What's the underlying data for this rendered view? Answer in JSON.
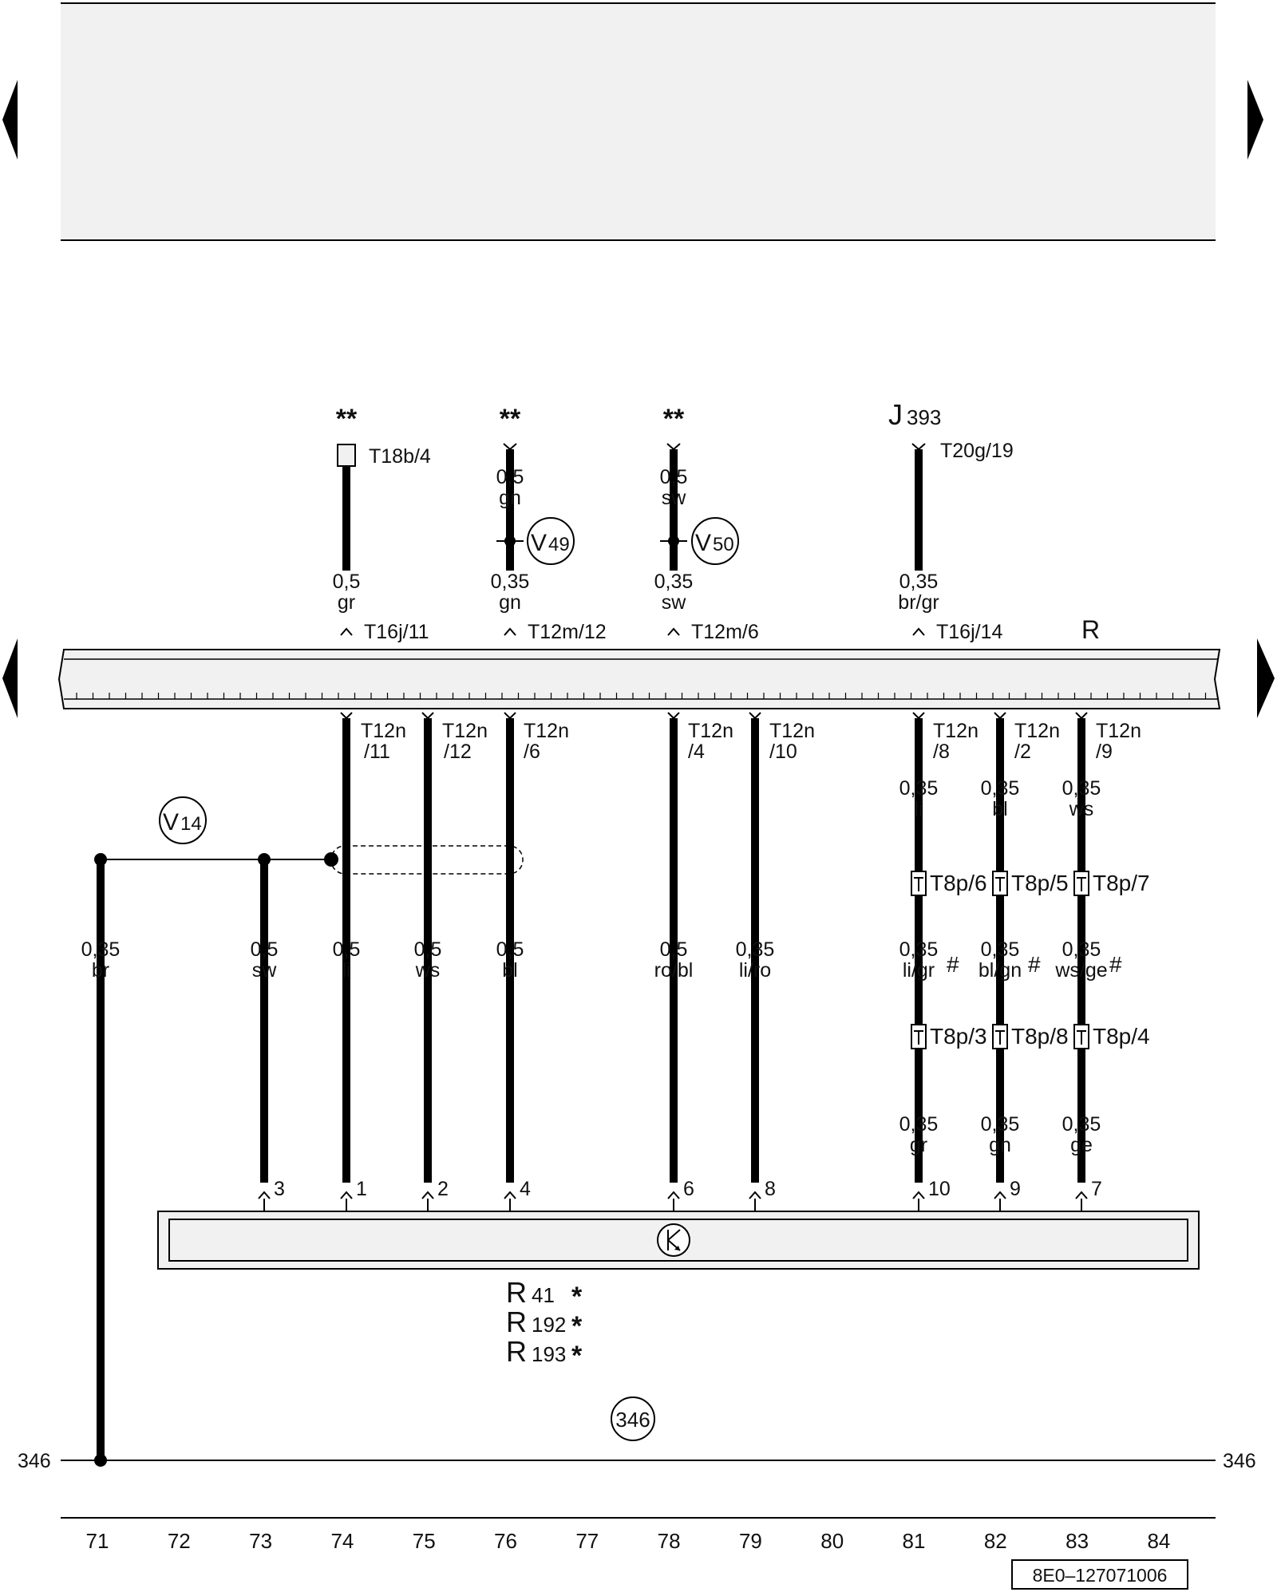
{
  "markers": {
    "star2": "**",
    "star1": "*",
    "hash": "#"
  },
  "top_labels": {
    "j393_letter": "J",
    "j393_number": "393",
    "r_label": "R"
  },
  "connectors": {
    "t18b_4": "T18b/4",
    "t20g_19": "T20g/19",
    "t16j_11": "T16j/11",
    "t12m_12": "T12m/12",
    "t12m_6": "T12m/6",
    "t16j_14": "T16j/14",
    "t12n_prefix": "T12n",
    "t12n_11": "/11",
    "t12n_12": "/12",
    "t12n_6": "/6",
    "t12n_4": "/4",
    "t12n_10": "/10",
    "t12n_8": "/8",
    "t12n_2": "/2",
    "t12n_9": "/9",
    "t8p_6": "T8p/6",
    "t8p_5": "T8p/5",
    "t8p_7": "T8p/7",
    "t8p_3": "T8p/3",
    "t8p_8": "T8p/8",
    "t8p_4": "T8p/4"
  },
  "components": {
    "v49_letter": "V",
    "v49_number": "49",
    "v50_letter": "V",
    "v50_number": "50",
    "v14_letter": "V",
    "v14_number": "14",
    "r41_letter": "R",
    "r41_number": "41",
    "r192_letter": "R",
    "r192_number": "192",
    "r193_letter": "R",
    "r193_number": "193",
    "ground_346": "346"
  },
  "wires": {
    "upper": {
      "w76_size": "0,5",
      "w76_color": "gn",
      "w78_size": "0,5",
      "w78_color": "sw",
      "w74_size": "0,5",
      "w74_color": "gr",
      "w76b_size": "0,35",
      "w76b_color": "gn",
      "w78b_size": "0,35",
      "w78b_color": "sw",
      "w81_size": "0,35",
      "w81_color": "br/gr"
    },
    "mid": {
      "w81_size": "0,35",
      "w81_color": "li",
      "w82_size": "0,35",
      "w82_color": "bl",
      "w83_size": "0,35",
      "w83_color": "ws"
    },
    "lower": {
      "w71_size": "0,35",
      "w71_color": "br",
      "w73_size": "0,5",
      "w73_color": "sw",
      "w74_size": "0,5",
      "w74_color": "li",
      "w75_size": "0,5",
      "w75_color": "ws",
      "w76_size": "0,5",
      "w76_color": "bl",
      "w78_size": "0,5",
      "w78_color": "ro/bl",
      "w79_size": "0,35",
      "w79_color": "li/ro",
      "w81_size": "0,35",
      "w81_color": "li/gr",
      "w82_size": "0,35",
      "w82_color": "bl/gn",
      "w83_size": "0,35",
      "w83_color": "ws/ge"
    },
    "bottom": {
      "w81_size": "0,35",
      "w81_color": "gr",
      "w82_size": "0,35",
      "w82_color": "gn",
      "w83_size": "0,35",
      "w83_color": "ge"
    }
  },
  "pins": {
    "p73": "3",
    "p74": "1",
    "p75": "2",
    "p76": "4",
    "p78": "6",
    "p79": "8",
    "p81": "10",
    "p82": "9",
    "p83": "7"
  },
  "ground_line": {
    "left_label": "346",
    "right_label": "346"
  },
  "footer": {
    "columns": [
      "71",
      "72",
      "73",
      "74",
      "75",
      "76",
      "77",
      "78",
      "79",
      "80",
      "81",
      "82",
      "83",
      "84"
    ],
    "doc_code": "8E0–127071006"
  }
}
